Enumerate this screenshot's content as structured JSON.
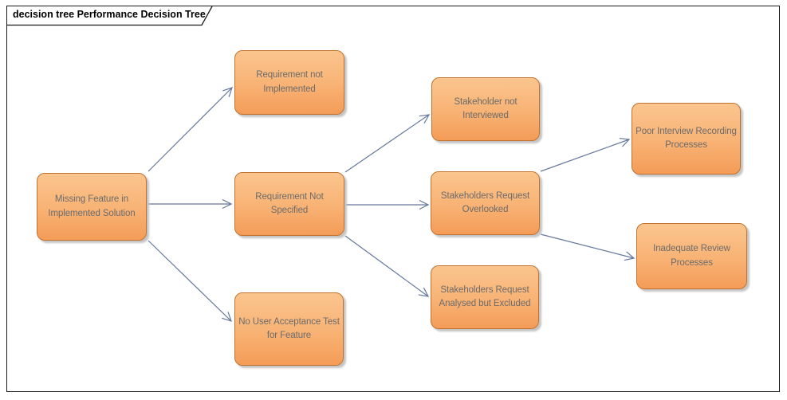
{
  "diagram": {
    "title": "decision tree Performance Decision Tree",
    "kind": "decision tree"
  },
  "colors": {
    "node_fill_top": "#FBC58E",
    "node_fill_bottom": "#F49C58",
    "node_border": "#C1722F",
    "node_text": "#6B6B6B",
    "connector": "#66789B",
    "frame": "#1A1A1A",
    "background": "#FFFFFF"
  },
  "nodes": [
    {
      "id": "missing-feature",
      "label": "Missing Feature in\nImplemented Solution"
    },
    {
      "id": "requirement-not-implemented",
      "label": "Requirement not\nImplemented"
    },
    {
      "id": "requirement-not-specified",
      "label": "Requirement Not\nSpecified"
    },
    {
      "id": "no-user-acceptance-test",
      "label": "No User Acceptance Test\nfor Feature"
    },
    {
      "id": "stakeholder-not-interviewed",
      "label": "Stakeholder not\nInterviewed"
    },
    {
      "id": "stakeholders-request-overlooked",
      "label": "Stakeholders Request\nOverlooked"
    },
    {
      "id": "stakeholders-request-analysed",
      "label": "Stakeholders Request\nAnalysed but Excluded"
    },
    {
      "id": "poor-interview-recording",
      "label": "Poor Interview Recording\nProcesses"
    },
    {
      "id": "inadequate-review",
      "label": "Inadequate Review\nProcesses"
    }
  ],
  "edges": [
    {
      "from": "missing-feature",
      "to": "requirement-not-implemented"
    },
    {
      "from": "missing-feature",
      "to": "requirement-not-specified"
    },
    {
      "from": "missing-feature",
      "to": "no-user-acceptance-test"
    },
    {
      "from": "requirement-not-specified",
      "to": "stakeholder-not-interviewed"
    },
    {
      "from": "requirement-not-specified",
      "to": "stakeholders-request-overlooked"
    },
    {
      "from": "requirement-not-specified",
      "to": "stakeholders-request-analysed"
    },
    {
      "from": "stakeholders-request-overlooked",
      "to": "poor-interview-recording"
    },
    {
      "from": "stakeholders-request-overlooked",
      "to": "inadequate-review"
    }
  ]
}
